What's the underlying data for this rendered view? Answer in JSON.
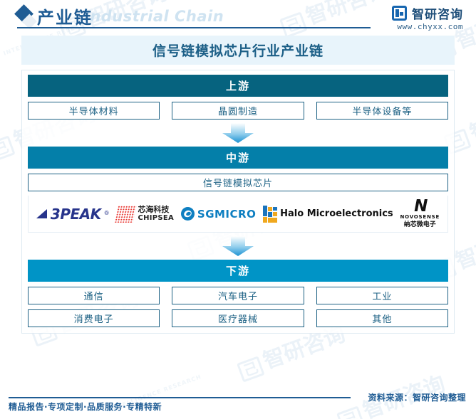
{
  "header": {
    "diamond_icon": "diamond-icon",
    "title_cn": "产业链",
    "title_en": "Industrial Chain",
    "brand_name": "智研咨询",
    "brand_url": "www.chyxx.com"
  },
  "title_band": {
    "text": "信号链模拟芯片行业产业链"
  },
  "tiers": {
    "upstream": {
      "label": "上游",
      "color": "#06637f",
      "cells": [
        "半导体材料",
        "晶圆制造",
        "半导体设备等"
      ]
    },
    "midstream": {
      "label": "中游",
      "color": "#047fa9",
      "product": "信号链模拟芯片",
      "companies": [
        {
          "name": "3PEAK",
          "cn": "",
          "color": "#27348b"
        },
        {
          "name": "CHIPSEA",
          "cn": "芯海科技",
          "color": "#e8322c"
        },
        {
          "name": "SGMICRO",
          "cn": "",
          "color": "#0e7fc1"
        },
        {
          "name": "Halo Microelectronics",
          "cn": "",
          "color": "#1b74bd"
        },
        {
          "name": "NOVOSENSE",
          "cn": "纳芯微电子",
          "color": "#111111"
        }
      ]
    },
    "downstream": {
      "label": "下游",
      "color": "#0094c6",
      "row1": [
        "通信",
        "汽车电子",
        "工业"
      ],
      "row2": [
        "消费电子",
        "医疗器械",
        "其他"
      ]
    }
  },
  "connectors": {
    "arrow1": "down-arrow-icon",
    "arrow2": "down-arrow-icon"
  },
  "footer": {
    "left": "精品报告·专项定制·品质服务·专精特新",
    "right": "资料来源：智研咨询整理"
  },
  "watermark": {
    "mark": "己",
    "text": "智研咨询",
    "sub": "INTELLIGENCE RESEARCH"
  }
}
